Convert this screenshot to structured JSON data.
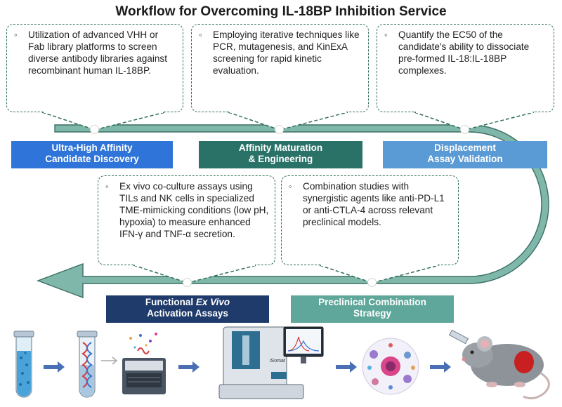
{
  "title": "Workflow for Overcoming IL-18BP Inhibition Service",
  "steps": [
    {
      "label_line1": "Ultra-High Affinity",
      "label_line2": "Candidate Discovery",
      "description": "Utilization of advanced VHH or Fab library platforms to screen diverse antibody libraries against recombinant human IL-18BP.",
      "color": "#2f74d8"
    },
    {
      "label_line1": "Affinity Maturation",
      "label_line2": "& Engineering",
      "description": "Employing iterative techniques like PCR, mutagenesis, and KinExA screening for rapid kinetic evaluation.",
      "color": "#2a7268"
    },
    {
      "label_line1": "Displacement",
      "label_line2": "Assay Validation",
      "description": "Quantify the EC50 of the candidate's ability to dissociate pre-formed IL-18:IL-18BP complexes.",
      "color": "#5b9bd5"
    },
    {
      "label_line1": "Functional",
      "label_line1_em": "Ex Vivo",
      "label_line2": "Activation Assays",
      "description": "Ex vivo co-culture assays using TILs and NK cells in specialized TME-mimicking conditions (low pH, hypoxia) to measure enhanced IFN-γ and TNF-α secretion.",
      "color": "#1f3b6b"
    },
    {
      "label_line1": "Preclinical Combination",
      "label_line2": "Strategy",
      "description": "Combination studies with synergistic agents like anti-PD-L1 or anti-CTLA-4 across relevant preclinical models.",
      "color": "#5fa79a"
    }
  ],
  "instrument_brand": "iSomat",
  "colors": {
    "arrow": "#7fb8ab",
    "arrow_edge": "#3c6f63",
    "dash": "#2f6e56",
    "small_arrow": "#4a6fb5"
  },
  "icons": [
    "test-tube-icon",
    "dna-tube-icon",
    "pcr-machine-icon",
    "analyzer-instrument-icon",
    "cell-culture-icon",
    "mouse-model-icon"
  ]
}
